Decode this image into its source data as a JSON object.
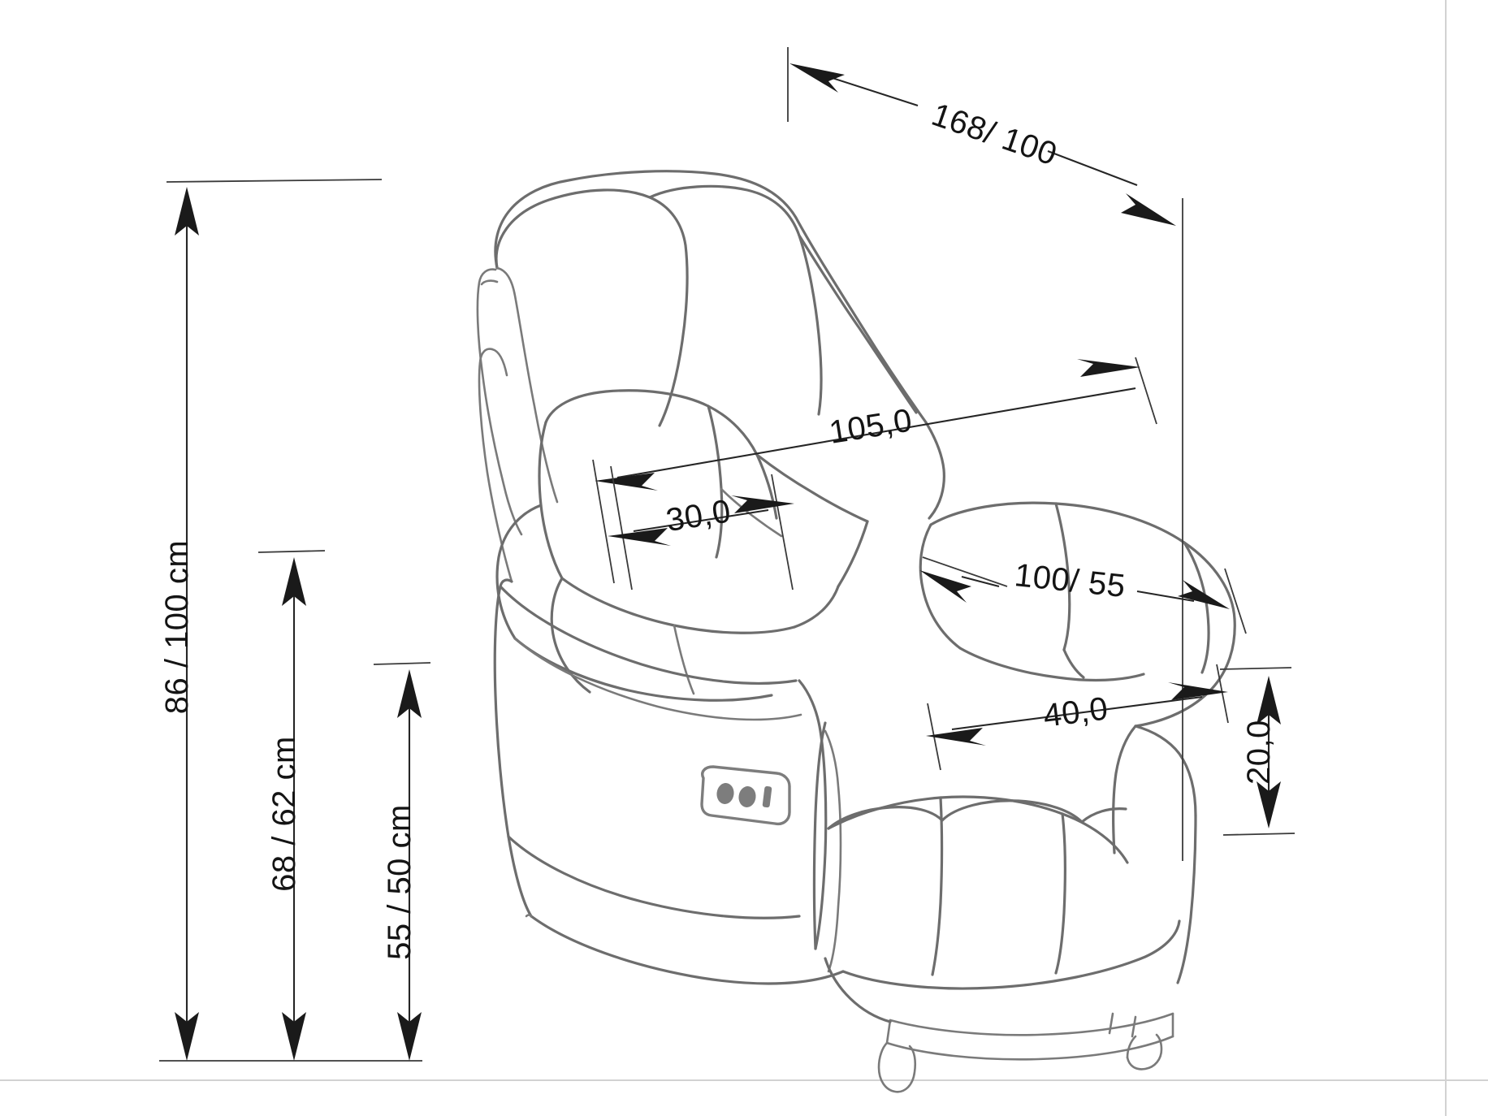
{
  "drawing": {
    "title": "Recliner armchair dimension drawing",
    "subject": "recliner-armchair",
    "units": "cm",
    "line_color": "#6d6d6d",
    "dim_color": "#141414",
    "background": "#ffffff"
  },
  "dimensions": {
    "height_total": {
      "label": "86 /  100 cm",
      "name": "overall-height",
      "orientation": "vertical"
    },
    "height_back": {
      "label": "68 /  62 cm",
      "name": "backrest-height",
      "orientation": "vertical"
    },
    "height_seat": {
      "label": "55 /  50 cm",
      "name": "seat-height",
      "orientation": "vertical"
    },
    "depth_diagonal": {
      "label": "168/  100",
      "name": "overall-depth",
      "orientation": "diagonal"
    },
    "seat_depth": {
      "label": "105,0",
      "name": "seat-depth",
      "orientation": "diagonal"
    },
    "seat_gap": {
      "label": "30,0",
      "name": "lumbar-depth",
      "orientation": "diagonal"
    },
    "width_total": {
      "label": "100/  55",
      "name": "overall-width",
      "orientation": "diagonal"
    },
    "seat_width": {
      "label": "40,0",
      "name": "seat-width",
      "orientation": "diagonal"
    },
    "arm_height": {
      "label": "20,0",
      "name": "armrest-height",
      "orientation": "vertical"
    }
  },
  "control": {
    "name": "recliner-control-button",
    "description": "power recliner switch with two round buttons and a bar"
  }
}
